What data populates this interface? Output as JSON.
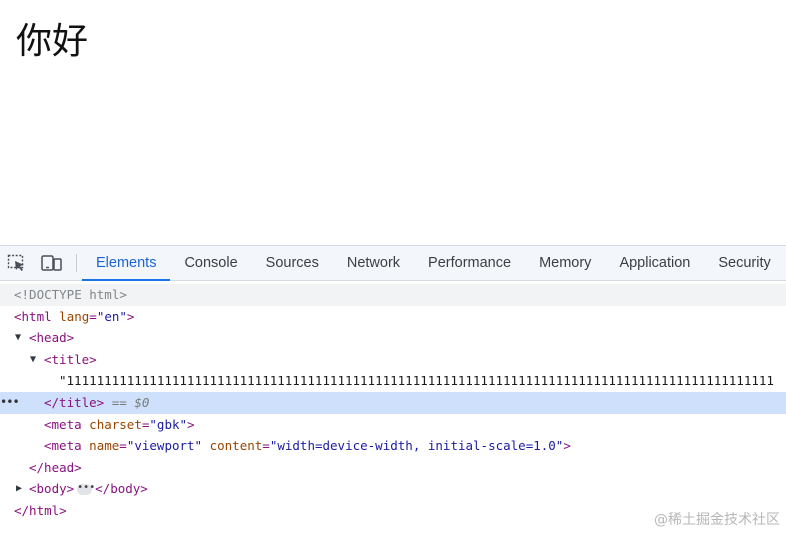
{
  "page": {
    "heading": "你好"
  },
  "devtools": {
    "tabs": [
      {
        "label": "Elements",
        "active": true
      },
      {
        "label": "Console",
        "active": false
      },
      {
        "label": "Sources",
        "active": false
      },
      {
        "label": "Network",
        "active": false
      },
      {
        "label": "Performance",
        "active": false
      },
      {
        "label": "Memory",
        "active": false
      },
      {
        "label": "Application",
        "active": false
      },
      {
        "label": "Security",
        "active": false
      }
    ],
    "tree": {
      "doctype": "<!DOCTYPE html>",
      "html_open": "<html",
      "html_lang_attr": "lang",
      "html_lang_val": "\"en\"",
      "head_open": "<head>",
      "title_open": "<title>",
      "title_text": "\"1111111111111111111111111111111111111111111111111111111111111111111111111111111111111111111111",
      "title_close": "</title>",
      "selected_marker": "== $0",
      "meta1_open": "<meta",
      "meta1_attr": "charset",
      "meta1_val": "\"gbk\"",
      "meta2_open": "<meta",
      "meta2_attr1": "name",
      "meta2_val1": "\"viewport\"",
      "meta2_attr2": "content",
      "meta2_val2": "\"width=device-width, initial-scale=1.0\"",
      "head_close": "</head>",
      "body_open": "<body>",
      "body_close": "</body>",
      "html_close": "</html>"
    },
    "selected_row": "title_close"
  },
  "watermark": "@稀土掘金技术社区",
  "icons": {
    "inspect": "inspect-element-icon",
    "device": "device-toggle-icon",
    "more": "more-dots-icon"
  },
  "colors": {
    "accent": "#1a73e8",
    "tag": "#881280",
    "attr_name": "#994500",
    "attr_value": "#1a1aa6",
    "selected_row_bg": "#cfe0fc"
  }
}
